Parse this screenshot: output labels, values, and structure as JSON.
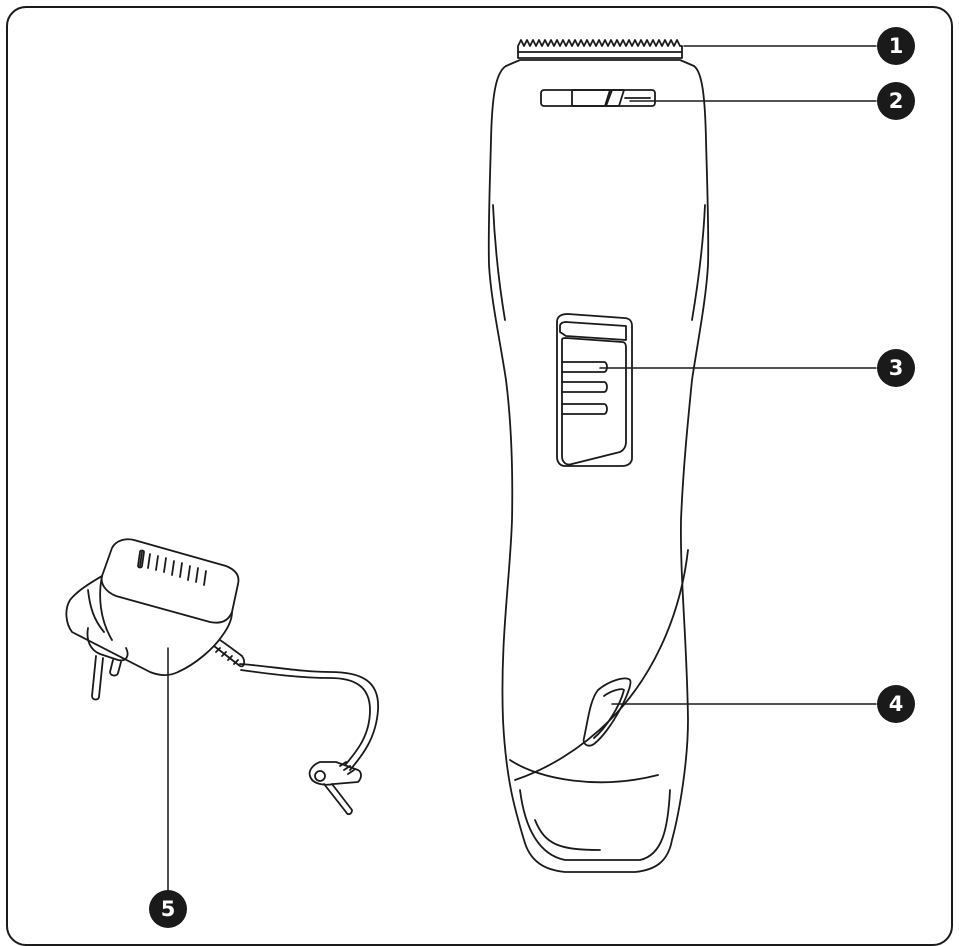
{
  "figure": {
    "description_ref": "hair-clipper-parts",
    "callouts": [
      {
        "id": "c1",
        "label": "1"
      },
      {
        "id": "c2",
        "label": "2"
      },
      {
        "id": "c3",
        "label": "3"
      },
      {
        "id": "c4",
        "label": "4"
      },
      {
        "id": "c5",
        "label": "5"
      }
    ]
  },
  "colors": {
    "line": "#1a1a1a",
    "background": "#ffffff"
  }
}
